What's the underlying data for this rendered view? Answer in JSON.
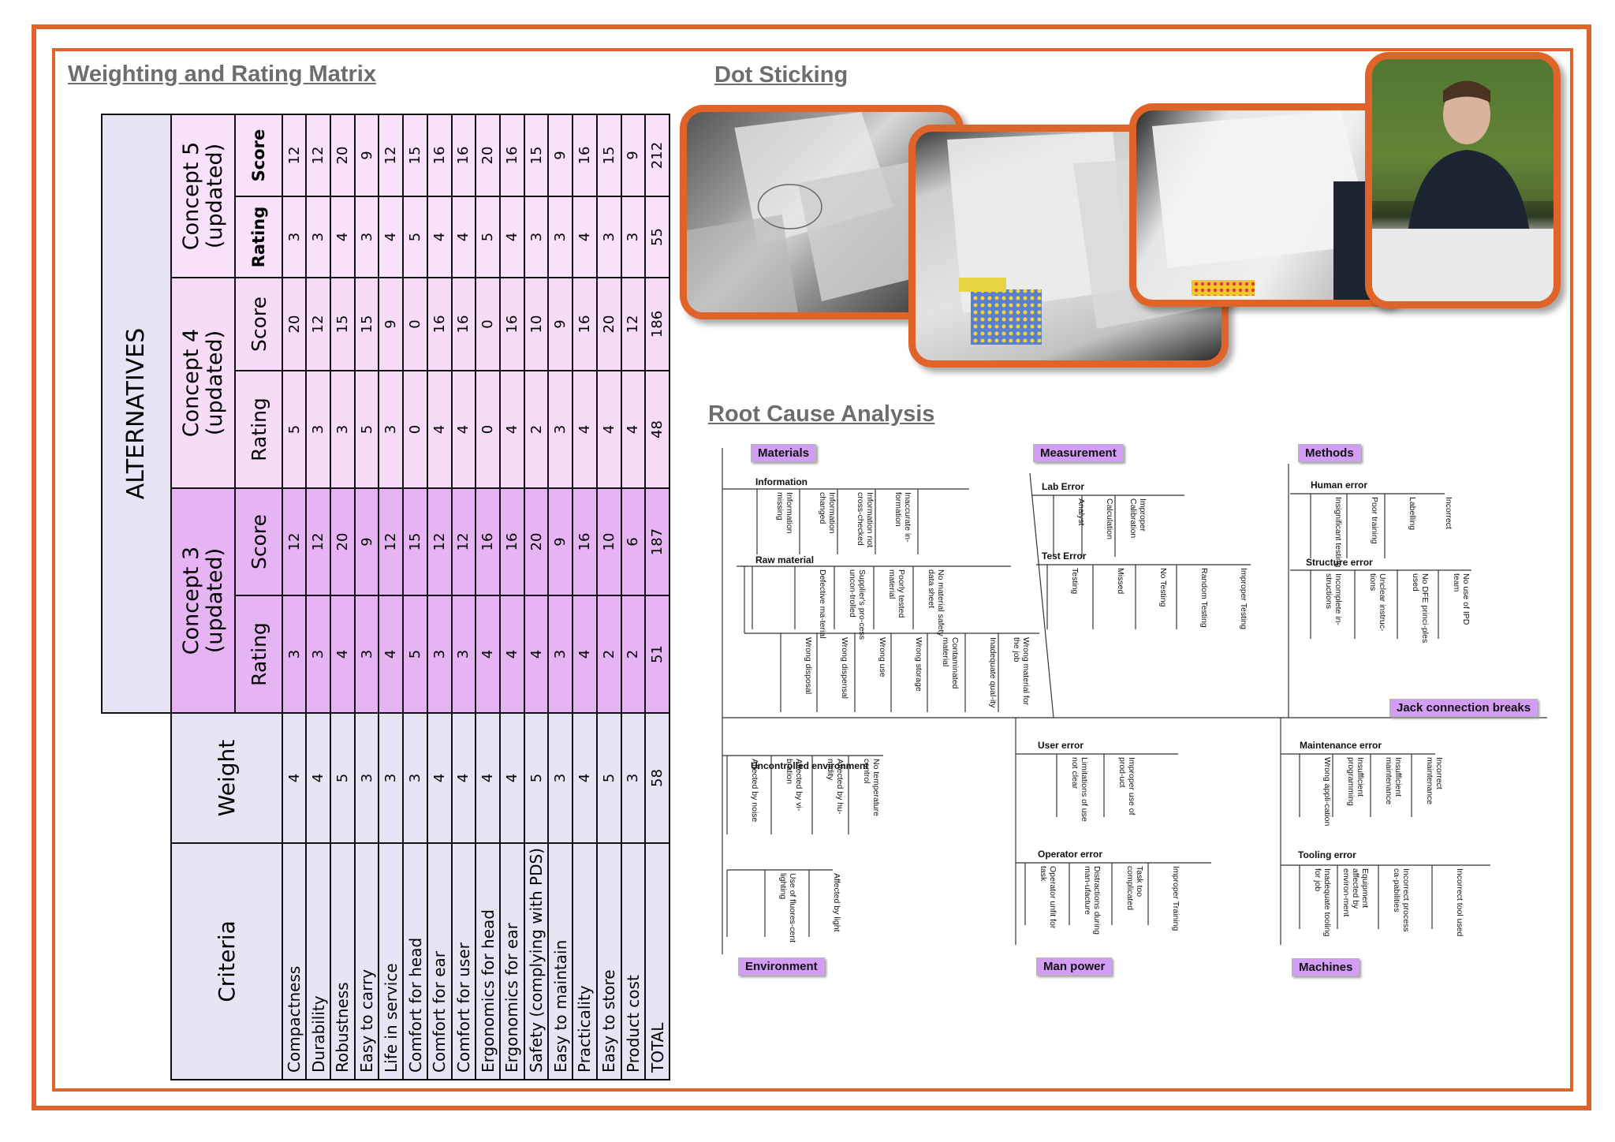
{
  "titles": {
    "matrix": "Weighting and Rating Matrix",
    "dots": "Dot Sticking",
    "rca": "Root Cause Analysis"
  },
  "matrix": {
    "alternatives_label": "ALTERNATIVES",
    "criteria_header": "Criteria",
    "weight_header": "Weight",
    "concepts": [
      {
        "name": "Concept 3",
        "sub": "(updated)"
      },
      {
        "name": "Concept 4",
        "sub": "(updated)"
      },
      {
        "name": "Concept 5",
        "sub": "(updated)"
      }
    ],
    "rating_header": "Rating",
    "score_header": "Score",
    "rows": [
      {
        "criterion": "Compactness",
        "weight": "4",
        "c3_rating": "3",
        "c3_score": "12",
        "c4_rating": "5",
        "c4_score": "20",
        "c5_rating": "3",
        "c5_score": "12"
      },
      {
        "criterion": "Durability",
        "weight": "4",
        "c3_rating": "3",
        "c3_score": "12",
        "c4_rating": "3",
        "c4_score": "12",
        "c5_rating": "3",
        "c5_score": "12"
      },
      {
        "criterion": "Robustness",
        "weight": "5",
        "c3_rating": "4",
        "c3_score": "20",
        "c4_rating": "3",
        "c4_score": "15",
        "c5_rating": "4",
        "c5_score": "20"
      },
      {
        "criterion": "Easy to carry",
        "weight": "3",
        "c3_rating": "3",
        "c3_score": "9",
        "c4_rating": "5",
        "c4_score": "15",
        "c5_rating": "3",
        "c5_score": "9"
      },
      {
        "criterion": "Life in service",
        "weight": "3",
        "c3_rating": "4",
        "c3_score": "12",
        "c4_rating": "3",
        "c4_score": "9",
        "c5_rating": "4",
        "c5_score": "12"
      },
      {
        "criterion": "Comfort for head",
        "weight": "3",
        "c3_rating": "5",
        "c3_score": "15",
        "c4_rating": "0",
        "c4_score": "0",
        "c5_rating": "5",
        "c5_score": "15"
      },
      {
        "criterion": "Comfort for ear",
        "weight": "4",
        "c3_rating": "3",
        "c3_score": "12",
        "c4_rating": "4",
        "c4_score": "16",
        "c5_rating": "4",
        "c5_score": "16"
      },
      {
        "criterion": "Comfort for user",
        "weight": "4",
        "c3_rating": "3",
        "c3_score": "12",
        "c4_rating": "4",
        "c4_score": "16",
        "c5_rating": "4",
        "c5_score": "16"
      },
      {
        "criterion": "Ergonomics for head",
        "weight": "4",
        "c3_rating": "4",
        "c3_score": "16",
        "c4_rating": "0",
        "c4_score": "0",
        "c5_rating": "5",
        "c5_score": "20"
      },
      {
        "criterion": "Ergonomics for ear",
        "weight": "4",
        "c3_rating": "4",
        "c3_score": "16",
        "c4_rating": "4",
        "c4_score": "16",
        "c5_rating": "4",
        "c5_score": "16"
      },
      {
        "criterion": "Safety (complying with PDS)",
        "weight": "5",
        "c3_rating": "4",
        "c3_score": "20",
        "c4_rating": "2",
        "c4_score": "10",
        "c5_rating": "3",
        "c5_score": "15"
      },
      {
        "criterion": "Easy to maintain",
        "weight": "3",
        "c3_rating": "3",
        "c3_score": "9",
        "c4_rating": "3",
        "c4_score": "9",
        "c5_rating": "3",
        "c5_score": "9"
      },
      {
        "criterion": "Practicality",
        "weight": "4",
        "c3_rating": "4",
        "c3_score": "16",
        "c4_rating": "4",
        "c4_score": "16",
        "c5_rating": "4",
        "c5_score": "16"
      },
      {
        "criterion": "Easy to store",
        "weight": "5",
        "c3_rating": "2",
        "c3_score": "10",
        "c4_rating": "4",
        "c4_score": "20",
        "c5_rating": "3",
        "c5_score": "15"
      },
      {
        "criterion": "Product cost",
        "weight": "3",
        "c3_rating": "2",
        "c3_score": "6",
        "c4_rating": "4",
        "c4_score": "12",
        "c5_rating": "3",
        "c5_score": "9"
      }
    ],
    "total": {
      "criterion": "TOTAL",
      "weight": "58",
      "c3_rating": "51",
      "c3_score": "187",
      "c4_rating": "48",
      "c4_score": "186",
      "c5_rating": "55",
      "c5_score": "212"
    }
  },
  "fishbone": {
    "effect": "Jack connection breaks",
    "categories": {
      "materials": "Materials",
      "measurement": "Measurement",
      "methods": "Methods",
      "environment": "Environment",
      "man_power": "Man power",
      "machines": "Machines"
    },
    "groups": {
      "information": {
        "label": "Information",
        "causes": [
          "Information missing",
          "Information changed",
          "Information not cross-checked",
          "Inaccurate in-formation"
        ]
      },
      "raw_material": {
        "label": "Raw material",
        "causes": [
          "Defective ma-terial",
          "Supplier's pro-cess uncon-trolled",
          "Poorly tested material",
          "No material safety data sheet"
        ]
      },
      "raw_material_lower": {
        "causes": [
          "Wrong disposal",
          "Wrong dispensal",
          "Wrong use",
          "Wrong storage",
          "Contaminated material",
          "Inadequate qual-ity",
          "Wrong material for the job"
        ]
      },
      "lab_error": {
        "label": "Lab Error",
        "causes": [
          "Analyst",
          "Calculation",
          "Improper Calibration"
        ]
      },
      "test_error": {
        "label": "Test Error",
        "causes": [
          "Testing",
          "Missed",
          "No Testing",
          "Random Testing",
          "Improper Testing"
        ]
      },
      "human_error": {
        "label": "Human error",
        "causes": [
          "Insignificant testing",
          "Poor training",
          "Labelling",
          "Incorrect"
        ]
      },
      "structure_error": {
        "label": "Structure error",
        "causes": [
          "Incomplete in-structions",
          "Unclear instruc-tions",
          "No DFE princi-ples used",
          "No use of IPD team"
        ]
      },
      "uncontrolled_environment": {
        "label": "Uncontrolled environment",
        "causes": [
          "Affected by noise",
          "Affected by vi-bration",
          "Affected by hu-midity",
          "No temperature control"
        ]
      },
      "environment_lower": {
        "causes": [
          "Use of fluores-cent lighting",
          "Affected by light"
        ]
      },
      "user_error": {
        "label": "User error",
        "causes": [
          "Limitations of use not clear",
          "Improper use of prod-uct"
        ]
      },
      "operator_error": {
        "label": "Operator error",
        "causes": [
          "Operator unfit for task",
          "Distractions during man-ufacture",
          "Task too complicated",
          "Improper Training"
        ]
      },
      "maintenance_error": {
        "label": "Maintenance error",
        "causes": [
          "Wrong appli-cation",
          "Insufficient programming",
          "Insufficient maintenance",
          "Incorrect maintenance"
        ]
      },
      "tooling_error": {
        "label": "Tooling error",
        "causes": [
          "Inadequate tooling for job",
          "Equipment affected by environ-ment",
          "Incorrect process ca-pabilities",
          "Incorrect tool used"
        ]
      }
    }
  },
  "colors": {
    "frame": "#e0642a",
    "category_box": "#d49df5",
    "concept3": "#e6b4f3",
    "concept4": "#f7dcf8",
    "concept5": "#f9e1fb",
    "criteria": "#e9e4f5"
  }
}
